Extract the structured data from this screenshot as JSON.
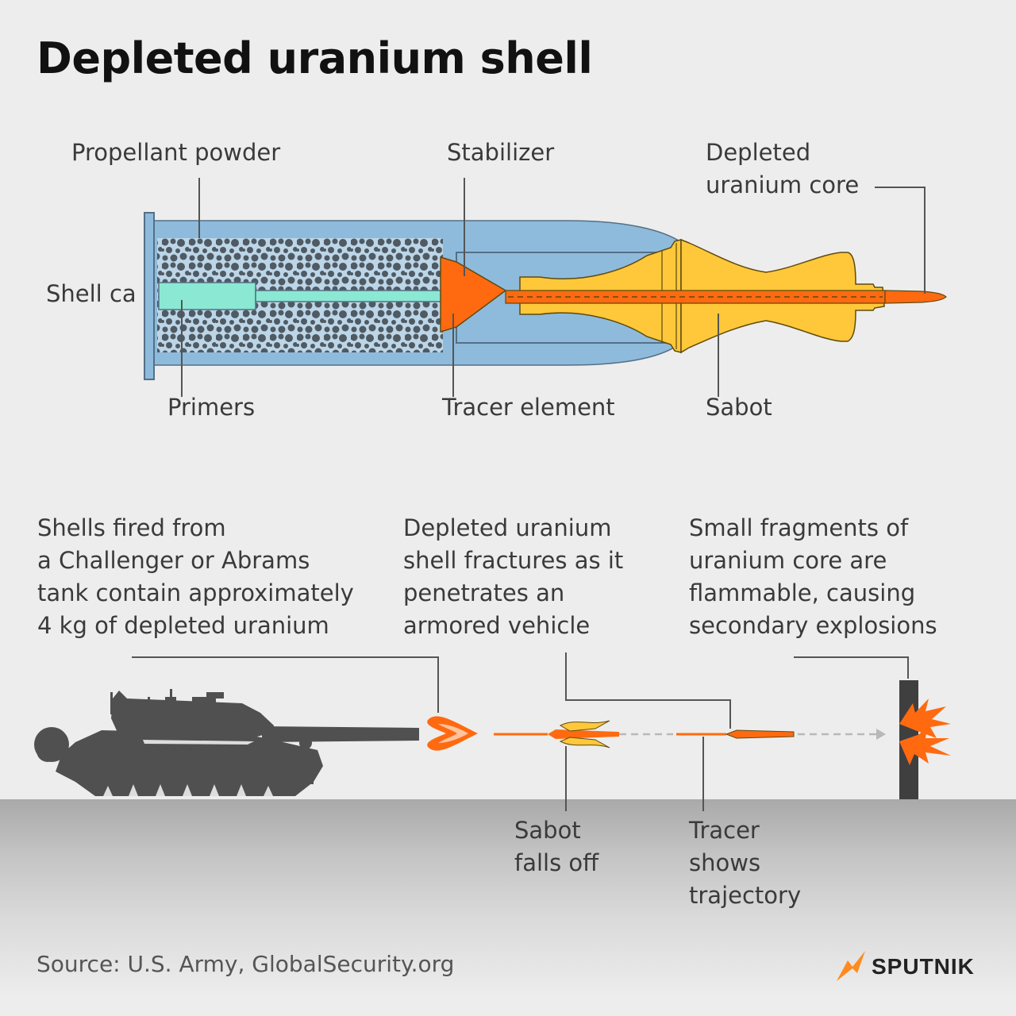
{
  "title": "Depleted uranium shell",
  "shell_labels": {
    "propellant": "Propellant powder",
    "stabilizer": "Stabilizer",
    "core": "Depleted uranium core",
    "casing": "Shell ca",
    "primers": "Primers",
    "tracer_element": "Tracer element",
    "sabot": "Sabot"
  },
  "sequence": {
    "fired": "Shells fired from\na Challenger or Abrams\ntank contain approximately\n4 kg of depleted uranium",
    "fractures": "Depleted uranium\nshell fractures as it\npenetrates an\narmored vehicle",
    "fragments": "Small fragments of\nuranium core are\nflammable, causing\nsecondary explosions",
    "sabot_falls": "Sabot\nfalls off",
    "tracer_shows": "Tracer\nshows\ntrajectory"
  },
  "footer": {
    "source": "Source: U.S. Army, GlobalSecurity.org",
    "brand": "SPUTNIK"
  },
  "colors": {
    "casing": "#8ebbdc",
    "powder": "#bcd6e8",
    "primer": "#8be8d2",
    "sabot": "#ffc83a",
    "tracer": "#ff6a10",
    "tank": "#505050",
    "ground": "#b4b4b4"
  },
  "icons": {
    "brand_logo": "sputnik-logo-icon"
  }
}
